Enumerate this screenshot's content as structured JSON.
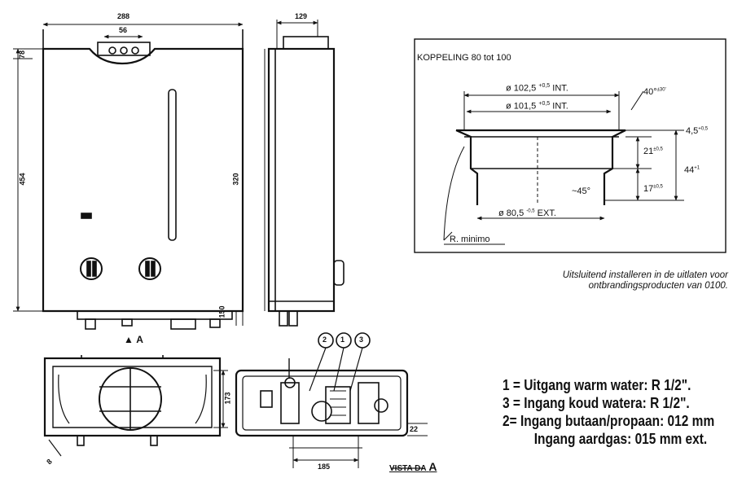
{
  "front_view": {
    "width_label": "288",
    "top_dim_label": "56",
    "height_label": "454",
    "left_top_label": "78",
    "bottom_right_label": "150",
    "arrow_label": "A"
  },
  "side_view": {
    "depth_label": "129",
    "height_label": "320"
  },
  "bottom_view": {
    "right_dim_label": "173",
    "pipe_label": "8"
  },
  "connections_view": {
    "markers": [
      "2",
      "1",
      "3"
    ],
    "bottom_dim_label": "185",
    "right_dim_label": "22",
    "view_label": "VISTA DA",
    "view_arrow": "A"
  },
  "coupling_detail": {
    "title": "KOPPELING 80 tot 100",
    "dia_outer": "ø 102,5",
    "dia_outer_tol": "+0,5",
    "dia_outer_suffix": "INT.",
    "dia_inner": "ø 101,5",
    "dia_inner_tol": "+0,5",
    "dia_inner_suffix": "INT.",
    "angle_top": "40°",
    "angle_top_tol": "±30'",
    "dim_45": "4,5",
    "dim_45_tol": "+0,5",
    "dim_21": "21",
    "dim_21_tol": "±0,5",
    "dim_44": "44",
    "dim_44_tol": "+1",
    "angle_45": "~45°",
    "dim_17": "17",
    "dim_17_tol": "±0,5",
    "dia_ext": "ø 80,5",
    "dia_ext_tol": "-0,5",
    "dia_ext_suffix": "EXT.",
    "radius_label": "R. minimo"
  },
  "note": {
    "line1": "Uitsluitend installeren in de uitlaten voor",
    "line2": "ontbrandingsproducten van 0100."
  },
  "legend": {
    "line1": "1 = Uitgang warm water: R 1/2\".",
    "line2": "3 = Ingang koud watera: R 1/2\".",
    "line3": "2= Ingang butaan/propaan: 012 mm",
    "line4": "Ingang aardgas: 015 mm ext."
  }
}
